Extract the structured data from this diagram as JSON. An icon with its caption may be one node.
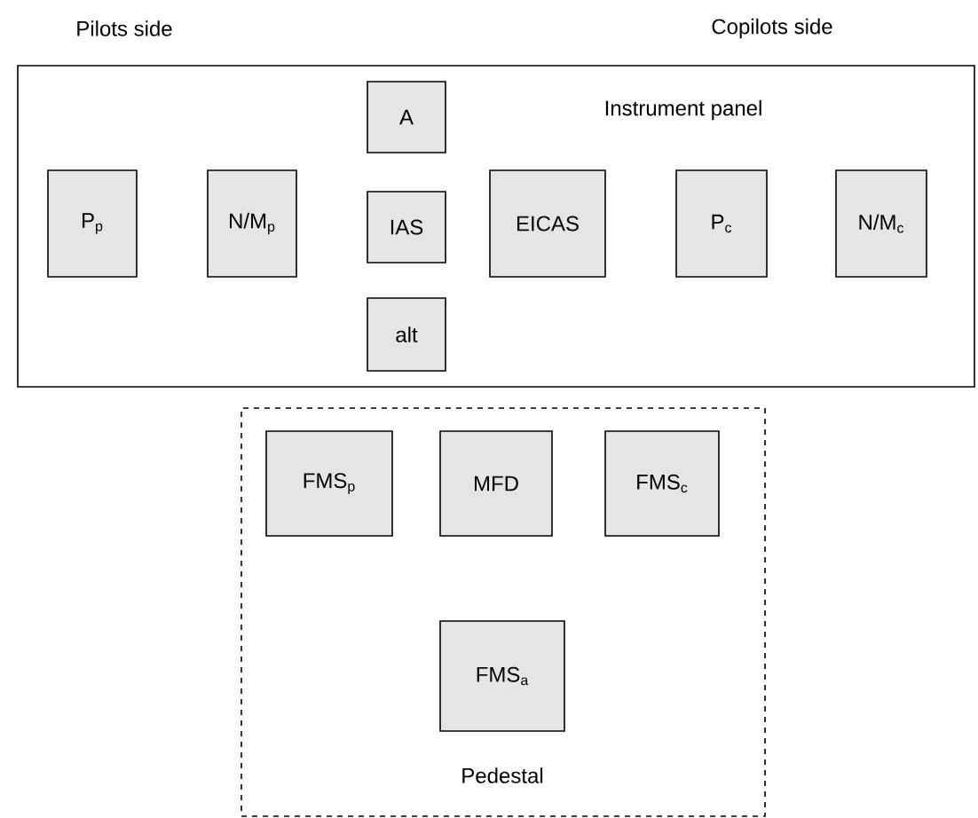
{
  "diagram": {
    "nodes": [
      {
        "text": [
          "Instrument panel"
        ]
      },
      {
        "text": [
          "P$_{p}$"
        ],
        "in": 0
      },
      {
        "text": [
          "N/M$_{p}$"
        ],
        "in": 0
      },
      {
        "text": [
          "A"
        ],
        "in": 0
      },
      {
        "text": [
          "IAS"
        ],
        "in": 0
      },
      {
        "text": [
          "alt"
        ],
        "in": 0
      },
      {
        "text": [
          "EICAS"
        ],
        "in": 0
      },
      {
        "text": [
          "P$_{c}$"
        ],
        "in": 0
      },
      {
        "text": [
          "N/M$_{c}$"
        ],
        "in": 0
      },
      {
        "text": [
          "Pedestal"
        ]
      },
      {
        "text": [
          "FMS$_{p}$"
        ],
        "in": 9
      },
      {
        "text": [
          "MFD"
        ],
        "in": 9
      },
      {
        "text": [
          "FMS$_{c}$"
        ],
        "in": 9
      },
      {
        "text": [
          "FMS$_{a}$"
        ],
        "in": 9
      }
    ],
    "labels": [
      "Pilots side",
      "Copilots side"
    ]
  }
}
